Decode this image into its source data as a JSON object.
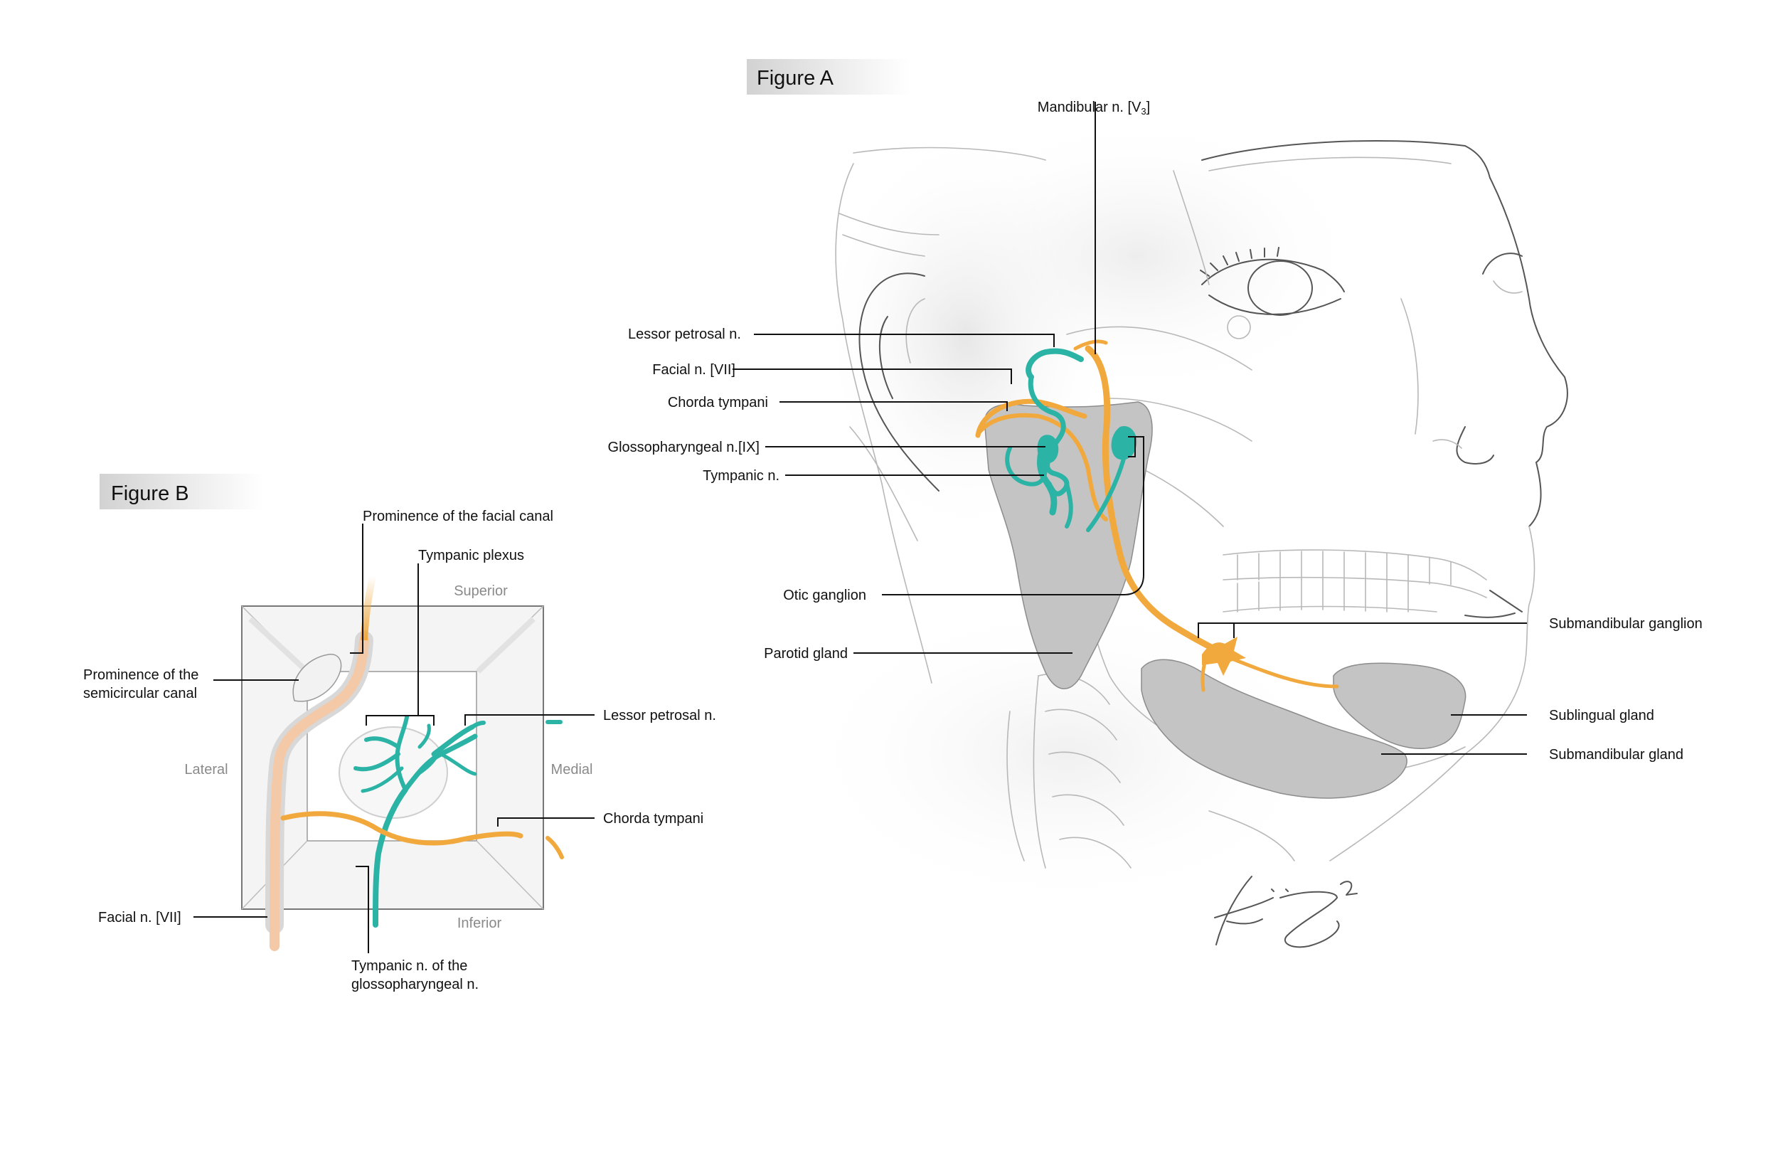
{
  "figure_a": {
    "title": "Figure A",
    "labels": {
      "mandibular": "Mandibular n. [V",
      "mandibular_sub": "3",
      "mandibular_close": "]",
      "lessor_petrosal": "Lessor petrosal n.",
      "facial": "Facial n. [VII]",
      "chorda_tympani": "Chorda tympani",
      "glossopharyngeal": "Glossopharyngeal n.[IX]",
      "tympanic": "Tympanic n.",
      "otic_ganglion": "Otic ganglion",
      "parotid_gland": "Parotid gland",
      "submandibular_ganglion": "Submandibular ganglion",
      "sublingual_gland": "Sublingual gland",
      "submandibular_gland": "Submandibular gland"
    }
  },
  "figure_b": {
    "title": "Figure B",
    "labels": {
      "prominence_facial_canal": "Prominence of the facial canal",
      "tympanic_plexus": "Tympanic plexus",
      "prominence_semicircular_1": "Prominence of the",
      "prominence_semicircular_2": "semicircular canal",
      "lessor_petrosal": "Lessor petrosal n.",
      "chorda_tympani": "Chorda tympani",
      "facial": "Facial n. [VII]",
      "tympanic_glosso_1": "Tympanic n. of the",
      "tympanic_glosso_2": "glossopharyngeal n."
    },
    "directions": {
      "superior": "Superior",
      "inferior": "Inferior",
      "lateral": "Lateral",
      "medial": "Medial"
    }
  },
  "colors": {
    "nerve_parasympathetic_orange": "#f1a93e",
    "nerve_glossopharyngeal_teal": "#2bb3a6",
    "facial_nerve_light": "#f3c9a8",
    "gland_gray": "#c4c4c4"
  }
}
